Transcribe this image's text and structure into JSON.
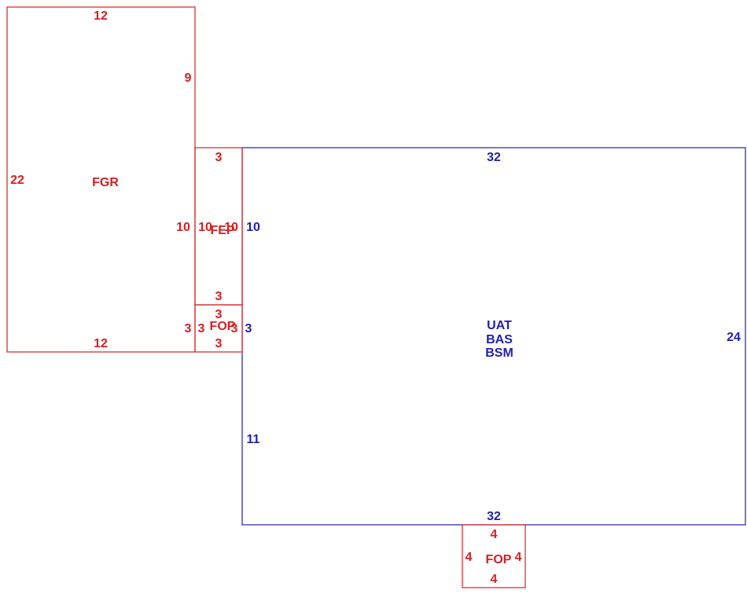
{
  "colors": {
    "red": "#d42020",
    "blue": "#1f1fb0"
  },
  "areas": {
    "fgr": {
      "name": "FGR",
      "dims": {
        "top": "12",
        "right_upper": "9",
        "left": "22",
        "right_lower": "10",
        "bottom": "12"
      }
    },
    "fep": {
      "name": "FEP",
      "dims": {
        "top": "3",
        "left": "10",
        "right": "10",
        "bottom": "3"
      }
    },
    "fop_side": {
      "name": "FOP",
      "dims": {
        "top": "3",
        "left_outer": "3",
        "left_inner": "3",
        "right": "3",
        "bottom": "3"
      }
    },
    "main": {
      "names": [
        "UAT",
        "BAS",
        "BSM"
      ],
      "dims": {
        "top": "32",
        "left_upper": "10",
        "left_mid": "3",
        "left_lower": "11",
        "right": "24",
        "bottom": "32"
      }
    },
    "fop_front": {
      "name": "FOP",
      "dims": {
        "top": "4",
        "left": "4",
        "right": "4",
        "bottom": "4"
      }
    }
  }
}
